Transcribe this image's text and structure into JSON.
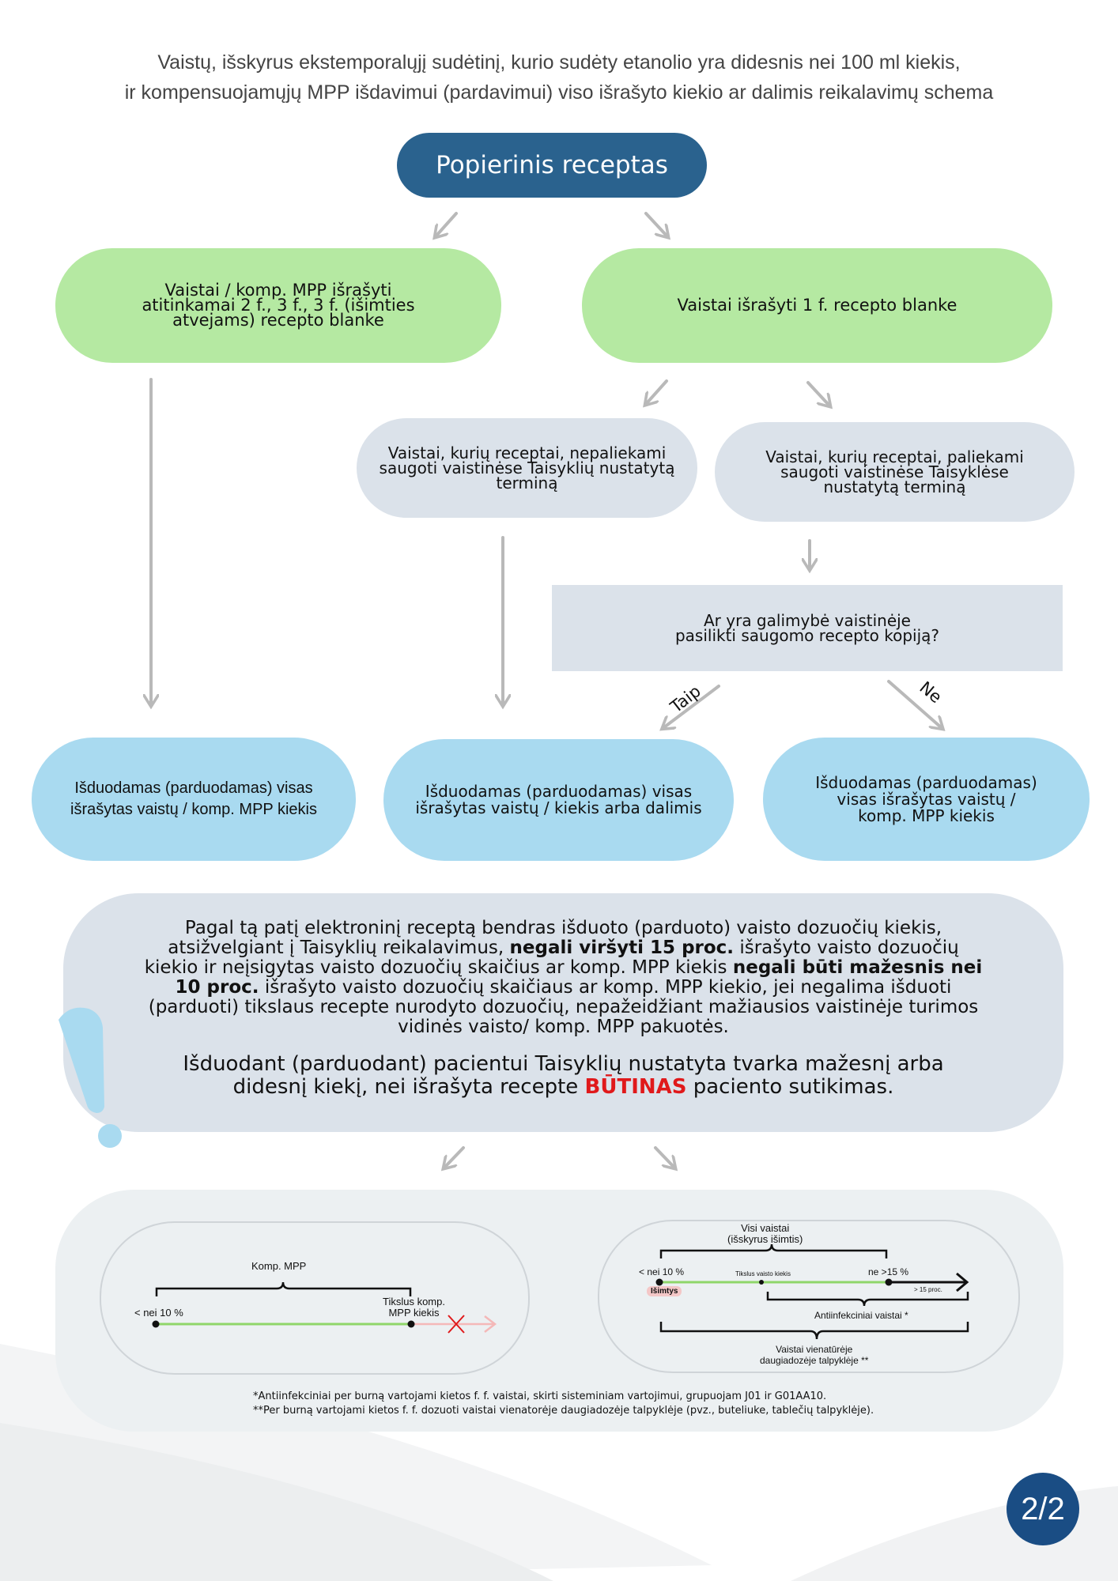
{
  "title": {
    "line1": "Vaistų, išskyrus ekstemporalųjį sudėtinį, kurio sudėty etanolio yra didesnis nei 100 ml kiekis,",
    "line2": "ir kompensuojamųjų MPP išdavimui (pardavimui) viso išrašyto kiekio ar dalimis reikalavimų schema"
  },
  "start": "Popierinis receptas",
  "level1": {
    "left": [
      "Vaistai / komp. MPP išrašyti",
      "atitinkamai 2 f., 3 f., 3 f. (išimties",
      "atvejams) recepto blanke"
    ],
    "right": "Vaistai išrašyti 1 f. recepto blanke"
  },
  "level2": {
    "left": [
      "Vaistai, kurių receptai, nepaliekami",
      "saugoti vaistinėse Taisyklių nustatytą",
      "terminą"
    ],
    "right": [
      "Vaistai, kurių receptai, paliekami",
      "saugoti vaistinėse Taisyklėse",
      "nustatytą terminą"
    ]
  },
  "question": [
    "Ar yra  galimybė vaistinėje",
    "pasilikti saugomo recepto kopiją?"
  ],
  "branch_yes": "Taip",
  "branch_no": "Ne",
  "outcomes": {
    "a": [
      "Išduodamas (parduodamas) visas",
      "išrašytas vaistų / komp. MPP kiekis"
    ],
    "b": [
      "Išduodamas (parduodamas) visas",
      "išrašytas vaistų / kiekis arba dalimis"
    ],
    "c": [
      "Išduodamas (parduodamas)",
      "visas išrašytas vaistų /",
      "komp. MPP kiekis"
    ]
  },
  "note": {
    "p1_a": "Pagal tą patį elektroninį receptą bendras išduoto (parduoto) vaisto dozuočių kiekis, atsižvelgiant į Taisyklių reikalavimus, ",
    "p1_b": "negali viršyti 15 proc.",
    "p1_c": " išrašyto vaisto dozuočių kiekio ir neįsigytas vaisto dozuočių skaičius ar komp. MPP kiekis ",
    "p1_d": "negali būti mažesnis nei 10 proc.",
    "p1_e": " išrašyto vaisto dozuočių skaičiaus ar komp. MPP kiekio, jei negalima išduoti (parduoti) tikslaus recepte nurodyto dozuočių, nepažeidžiant mažiausios vaistinėje turimos vidinės vaisto/ komp. MPP pakuotės.",
    "p2_a": "Išduodant (parduodant) pacientui Taisyklių nustatyta tvarka mažesnį arba didesnį kiekį, nei išrašyta recepte ",
    "p2_b": "BŪTINAS",
    "p2_c": " paciento sutikimas."
  },
  "diagram_left": {
    "brace_label": "Komp. MPP",
    "left_label": "< nei 10 %",
    "right_label": [
      "Tikslus komp.",
      "MPP kiekis"
    ]
  },
  "diagram_right": {
    "top_label": [
      "Visi vaistai",
      "(išskyrus išimtis)"
    ],
    "left_label": "< nei 10 %",
    "mid_label": "Tikslus vaisto kiekis",
    "right_label": "ne >15 %",
    "exceptions_badge": "Išimtys",
    "over_label": "> 15 proc.",
    "anti_label": "Antiinfekciniai vaistai *",
    "single_label": [
      "Vaistai vienatūrėje",
      "daugiadozėje talpyklėje **"
    ]
  },
  "footnotes": [
    "*Antiinfekciniai per burną vartojami kietos f. f. vaistai, skirti sisteminiam vartojimui, grupuojam J01 ir G01AA10.",
    "**Per burną vartojami kietos f. f. dozuoti vaistai vienatorėje daugiadozėje talpyklėje (pvz., buteliuke, tablečių talpyklėje)."
  ],
  "page": "2/2",
  "colors": {
    "start": "#2a628e",
    "green": "#b5e9a2",
    "grey": "#dbe2ea",
    "blue": "#a9daf0",
    "accent_red": "#e0191b",
    "line_green": "#8fd66a",
    "page_badge": "#1a4d84"
  }
}
